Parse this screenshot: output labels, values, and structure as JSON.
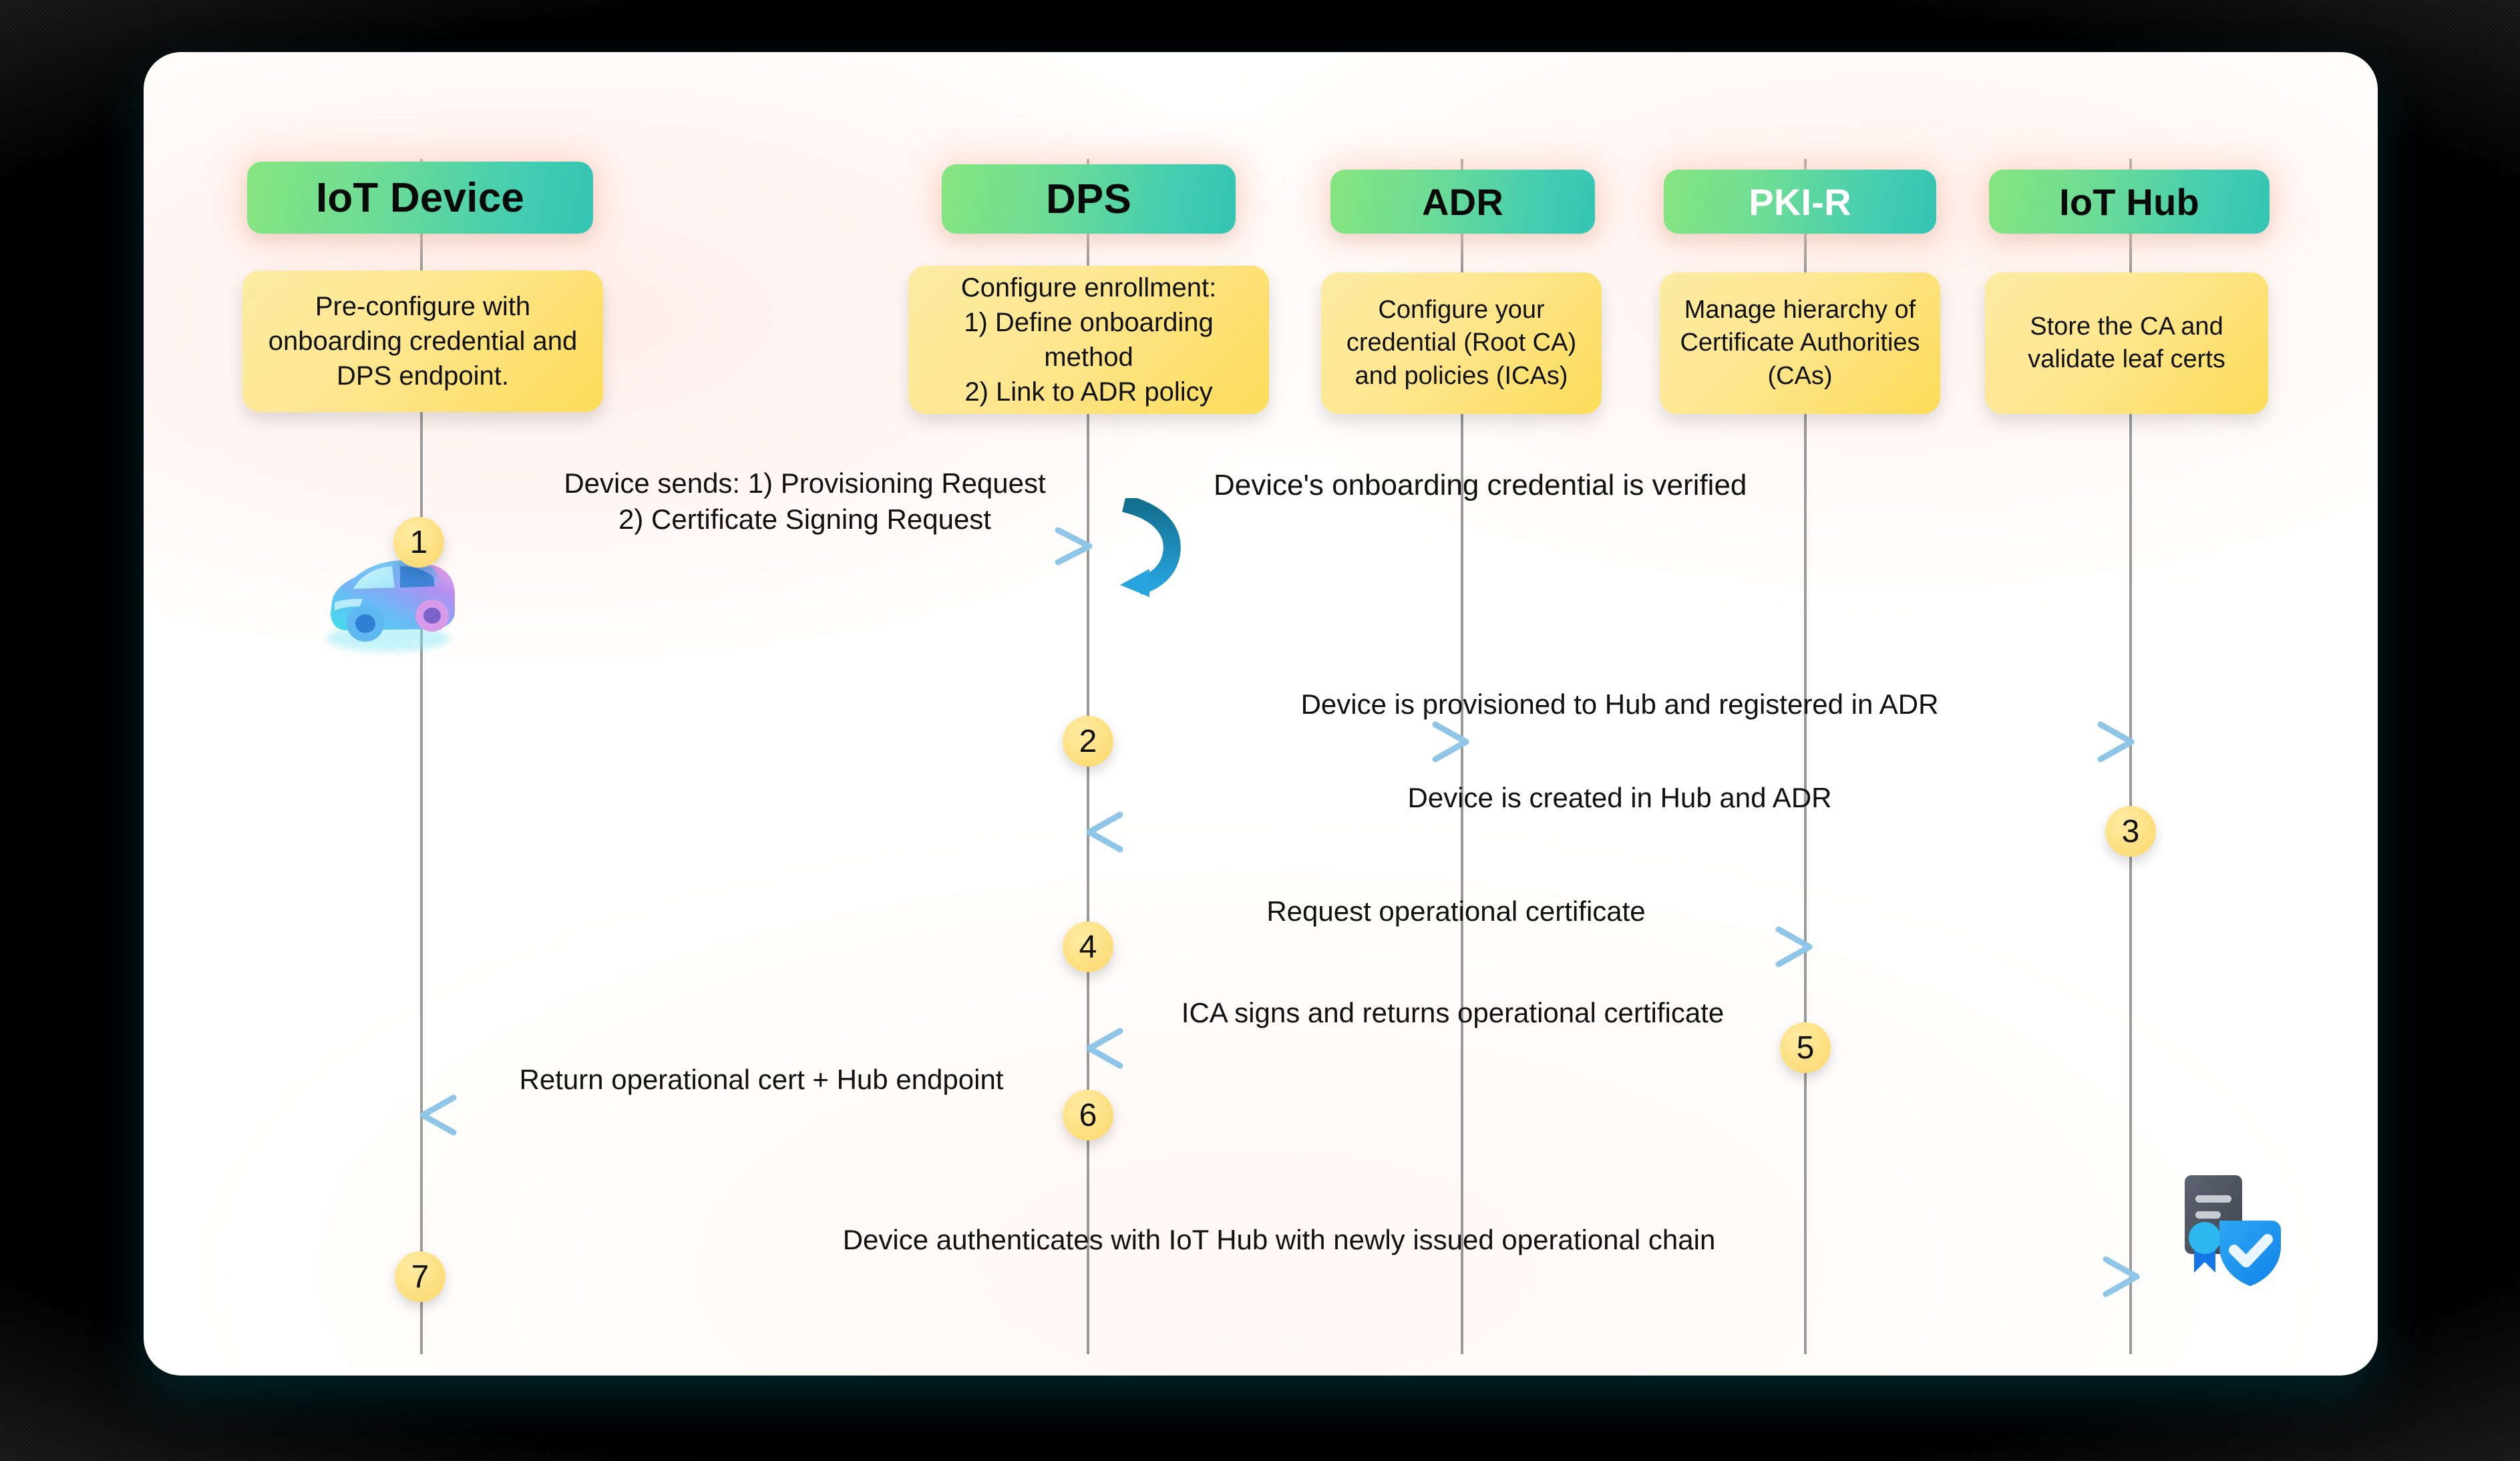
{
  "diagram": {
    "type": "sequence-diagram",
    "title": "IoT device provisioning and certificate issuance sequence",
    "colors": {
      "card_background": "#ffffff",
      "page_background": "#000000",
      "participant_gradient_from": "#86e57f",
      "participant_gradient_to": "#35c4b4",
      "note_gradient_from": "#fbeca4",
      "note_gradient_to": "#fcdc58",
      "arrow": "#8fc6e8",
      "lifeline": "#9a9a9a",
      "badge": "#fde082",
      "self_loop": "#1b7fae"
    },
    "participants": [
      {
        "id": "device",
        "label": "IoT Device",
        "title_color": "dark",
        "note": "Pre-configure with onboarding credential and DPS endpoint."
      },
      {
        "id": "dps",
        "label": "DPS",
        "title_color": "dark",
        "note": "Configure enrollment:\n1) Define onboarding method\n2) Link to ADR policy"
      },
      {
        "id": "adr",
        "label": "ADR",
        "title_color": "dark",
        "note": "Configure your credential (Root CA) and policies (ICAs)"
      },
      {
        "id": "pkir",
        "label": "PKI-R",
        "title_color": "light",
        "note": "Manage hierarchy of Certificate Authorities (CAs)"
      },
      {
        "id": "hub",
        "label": "IoT Hub",
        "title_color": "dark",
        "note": "Store the CA and validate leaf certs"
      }
    ],
    "messages": [
      {
        "step": "1",
        "from": "device",
        "to": "dps",
        "direction": "right",
        "label": "Device sends: 1) Provisioning Request\n2) Certificate Signing Request"
      },
      {
        "step": "2",
        "from": "dps",
        "to": "hub",
        "direction": "right",
        "label": "Device is provisioned to Hub and registered in ADR"
      },
      {
        "step": "3",
        "from": "hub",
        "to": "dps",
        "direction": "left",
        "label": "Device is created in Hub and ADR"
      },
      {
        "step": "4",
        "from": "dps",
        "to": "pkir",
        "direction": "right",
        "label": "Request operational certificate"
      },
      {
        "step": "5",
        "from": "pkir",
        "to": "dps",
        "direction": "left",
        "label": "ICA signs and returns operational certificate"
      },
      {
        "step": "6",
        "from": "dps",
        "to": "device",
        "direction": "left",
        "label": "Return operational cert + Hub endpoint"
      },
      {
        "step": "7",
        "from": "device",
        "to": "hub",
        "direction": "right",
        "label": "Device authenticates with IoT Hub with newly issued operational chain"
      }
    ],
    "self_message": {
      "on": "dps",
      "label": "Device's onboarding credential is verified"
    },
    "icons": [
      {
        "name": "car-icon",
        "description": "3D isometric car, cyan to pink gradient"
      },
      {
        "name": "certificate-shield-icon",
        "description": "certificate document with ribbon seal and blue shield with checkmark"
      }
    ]
  }
}
